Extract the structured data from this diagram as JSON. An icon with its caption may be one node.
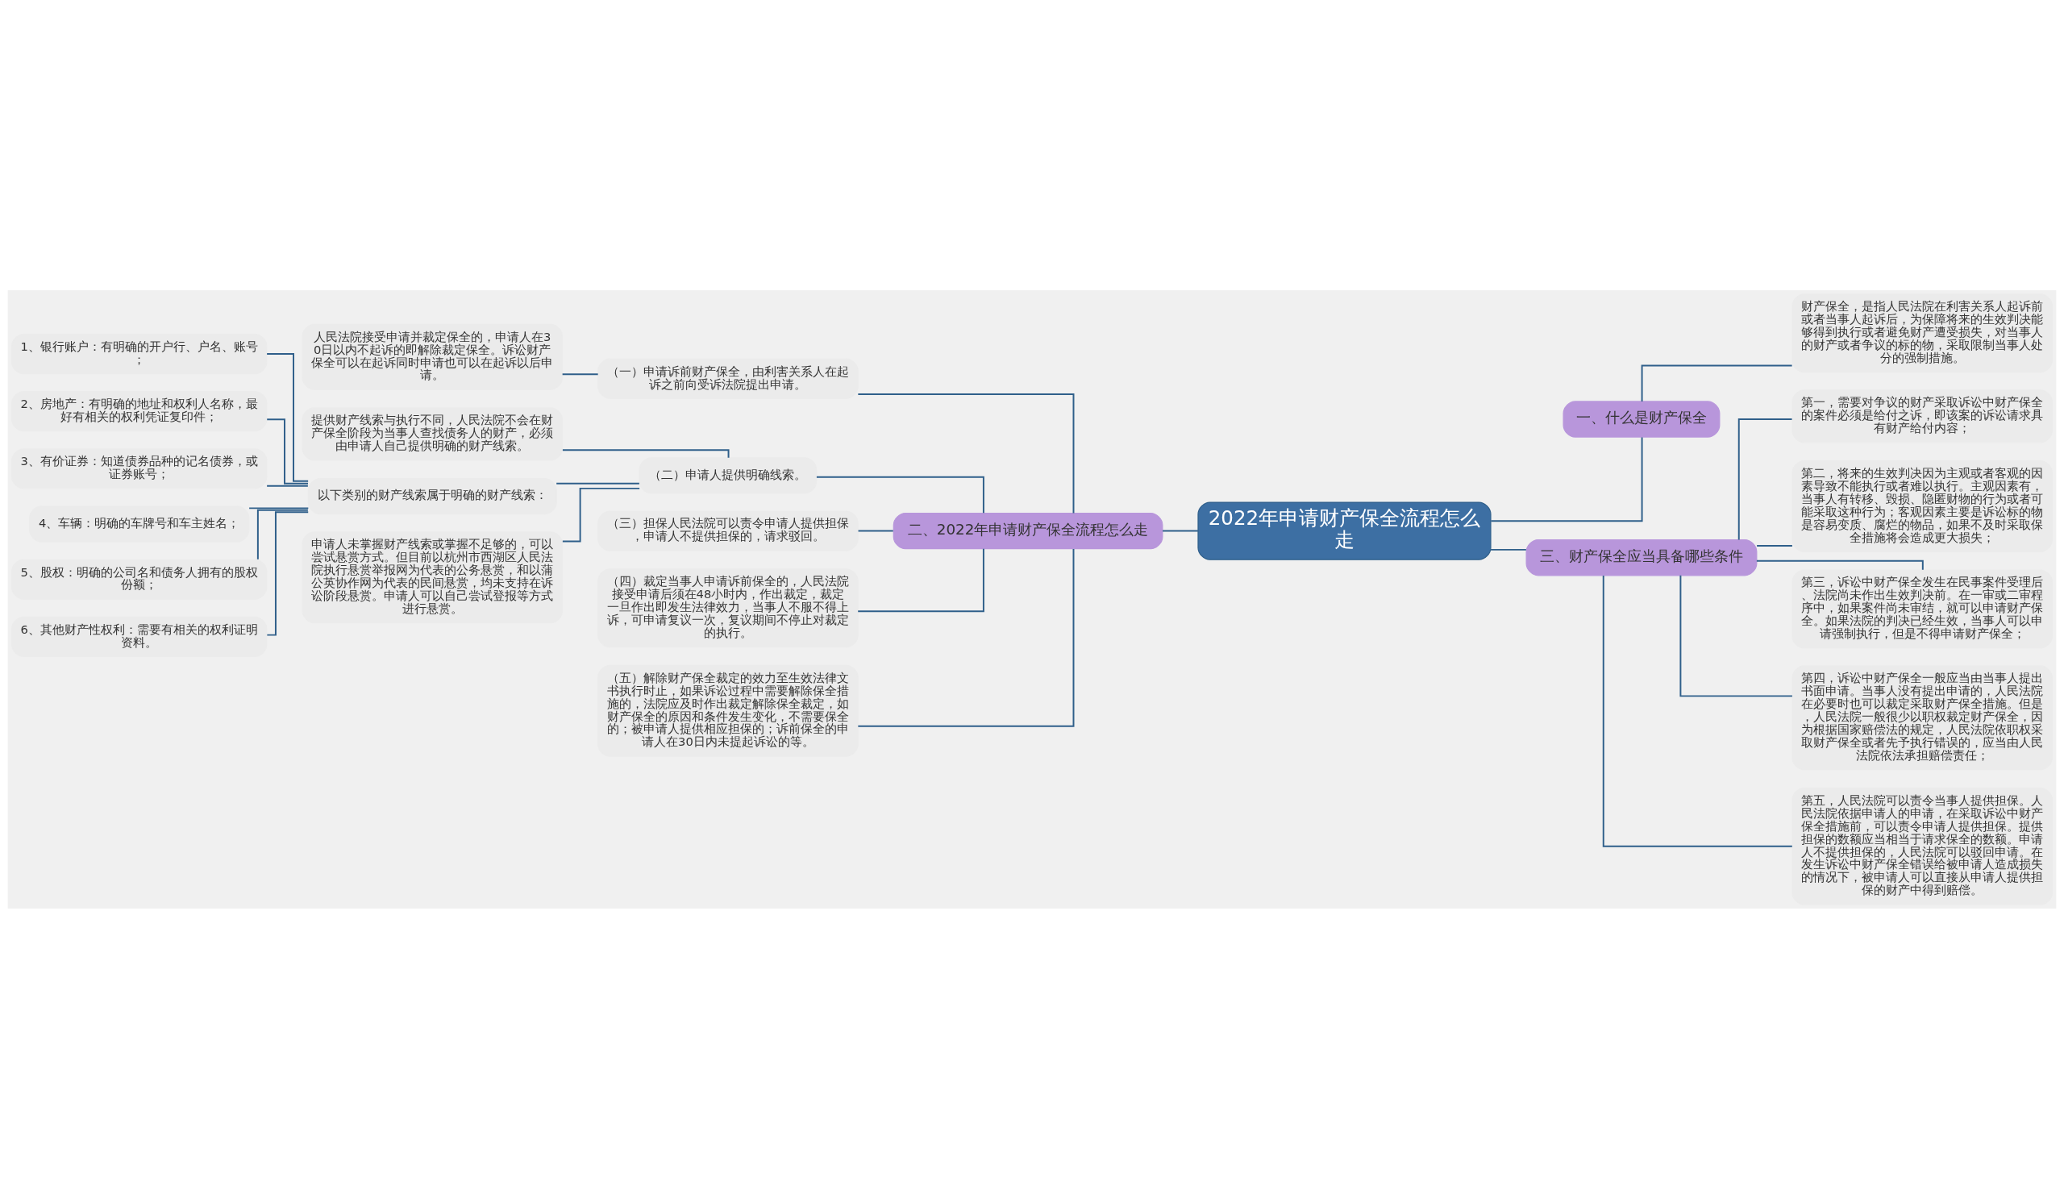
{
  "diagram": {
    "nodes": [
      {
        "text": [
          "2022年申请财产保全流程怎么走"
        ]
      },
      {
        "text": [
          "二、2022年申请财产保全流程怎么走"
        ]
      },
      {
        "text": [
          "（一）申请诉前财产保全，由利害关系人在起诉之前向受诉法院提出申请。"
        ]
      },
      {
        "text": [
          "人民法院接受申请并裁定保全的，申请人在30日以内不起诉的即解除裁定保全。诉讼财产保全可以在起诉同时申请也可以在起诉以后申请。"
        ]
      },
      {
        "text": [
          "（二）申请人提供明确线索。"
        ]
      },
      {
        "text": [
          "提供财产线索与执行不同，人民法院不会在财产保全阶段为当事人查找债务人的财产，必须由申请人自己提供明确的财产线索。"
        ]
      },
      {
        "text": [
          "以下类别的财产线索属于明确的财产线索："
        ]
      },
      {
        "text": [
          "1、银行账户：有明确的开户行、户名、账号；"
        ]
      },
      {
        "text": [
          "2、房地产：有明确的地址和权利人名称，最好有相关的权利凭证复印件；"
        ]
      },
      {
        "text": [
          "3、有价证券：知道债券品种的记名债券，或证券账号；"
        ]
      },
      {
        "text": [
          "4、车辆：明确的车牌号和车主姓名；"
        ]
      },
      {
        "text": [
          "5、股权：明确的公司名和债务人拥有的股权份额；"
        ]
      },
      {
        "text": [
          "6、其他财产性权利：需要有相关的权利证明资料。"
        ]
      },
      {
        "text": [
          "申请人未掌握财产线索或掌握不足够的，可以尝试悬赏方式。但目前以杭州市西湖区人民法院执行悬赏举报网为代表的公务悬赏，和以蒲公英协作网为代表的民间悬赏，均未支持在诉讼阶段悬赏。申请人可以自己尝试登报等方式进行悬赏。"
        ]
      },
      {
        "text": [
          "（三）担保人民法院可以责令申请人提供担保，申请人不提供担保的，请求驳回。"
        ]
      },
      {
        "text": [
          "（四）裁定当事人申请诉前保全的，人民法院接受申请后须在48小时内，作出裁定，裁定一旦作出即发生法律效力，当事人不服不得上诉，可申请复议一次，复议期间不停止对裁定的执行。"
        ]
      },
      {
        "text": [
          "（五）解除财产保全裁定的效力至生效法律文书执行时止，如果诉讼过程中需要解除保全措施的，法院应及时作出裁定解除保全裁定，如财产保全的原因和条件发生变化，不需要保全的；被申请人提供相应担保的；诉前保全的申请人在30日内未提起诉讼的等。"
        ]
      },
      {
        "text": [
          "一、什么是财产保全"
        ]
      },
      {
        "text": [
          "财产保全，是指人民法院在利害关系人起诉前或者当事人起诉后，为保障将来的生效判决能够得到执行或者避免财产遭受损失，对当事人的财产或者争议的标的物，采取限制当事人处分的强制措施。"
        ]
      },
      {
        "text": [
          "三、财产保全应当具备哪些条件"
        ]
      },
      {
        "text": [
          "第一，需要对争议的财产采取诉讼中财产保全的案件必须是给付之诉，即该案的诉讼请求具有财产给付内容；"
        ]
      },
      {
        "text": [
          "第二，将来的生效判决因为主观或者客观的因素导致不能执行或者难以执行。主观因素有，当事人有转移、毁损、隐匿财物的行为或者可能采取这种行为；客观因素主要是诉讼标的物是容易变质、腐烂的物品，如果不及时采取保全措施将会造成更大损失；"
        ]
      },
      {
        "text": [
          "第三，诉讼中财产保全发生在民事案件受理后、法院尚未作出生效判决前。在一审或二审程序中，如果案件尚未审结，就可以申请财产保全。如果法院的判决已经生效，当事人可以申请强制执行，但是不得申请财产保全；"
        ]
      },
      {
        "text": [
          "第四，诉讼中财产保全一般应当由当事人提出书面申请。当事人没有提出申请的，人民法院在必要时也可以裁定采取财产保全措施。但是，人民法院一般很少以职权裁定财产保全，因为根据国家赔偿法的规定，人民法院依职权采取财产保全或者先予执行错误的，应当由人民法院依法承担赔偿责任；"
        ]
      },
      {
        "text": [
          "第五，人民法院可以责令当事人提供担保。人民法院依据申请人的申请，在采取诉讼中财产保全措施前，可以责令申请人提供担保。提供担保的数额应当相当于请求保全的数额。申请人不提供担保的，人民法院可以驳回申请。在发生诉讼中财产保全错误给被申请人造成损失的情况下，被申请人可以直接从申请人提供担保的财产中得到赔偿。"
        ]
      }
    ],
    "edges": [
      {
        "from": 0,
        "to": 1,
        "arrow": "none"
      },
      {
        "from": 1,
        "to": 2,
        "arrow": "none"
      },
      {
        "from": 2,
        "to": 3,
        "arrow": "none"
      },
      {
        "from": 1,
        "to": 4,
        "arrow": "none"
      },
      {
        "from": 4,
        "to": 5,
        "arrow": "none"
      },
      {
        "from": 4,
        "to": 6,
        "arrow": "none"
      },
      {
        "from": 6,
        "to": 7,
        "arrow": "none"
      },
      {
        "from": 6,
        "to": 8,
        "arrow": "none"
      },
      {
        "from": 6,
        "to": 9,
        "arrow": "none"
      },
      {
        "from": 6,
        "to": 10,
        "arrow": "none"
      },
      {
        "from": 6,
        "to": 11,
        "arrow": "none"
      },
      {
        "from": 6,
        "to": 12,
        "arrow": "none"
      },
      {
        "from": 4,
        "to": 13,
        "arrow": "none"
      },
      {
        "from": 1,
        "to": 14,
        "arrow": "none"
      },
      {
        "from": 1,
        "to": 15,
        "arrow": "none"
      },
      {
        "from": 1,
        "to": 16,
        "arrow": "none"
      },
      {
        "from": 0,
        "to": 17,
        "arrow": "none"
      },
      {
        "from": 17,
        "to": 18,
        "arrow": "none"
      },
      {
        "from": 0,
        "to": 19,
        "arrow": "none"
      },
      {
        "from": 19,
        "to": 20,
        "arrow": "none"
      },
      {
        "from": 19,
        "to": 21,
        "arrow": "none"
      },
      {
        "from": 19,
        "to": 22,
        "arrow": "none"
      },
      {
        "from": 19,
        "to": 23,
        "arrow": "none"
      },
      {
        "from": 19,
        "to": 24,
        "arrow": "none"
      }
    ]
  }
}
